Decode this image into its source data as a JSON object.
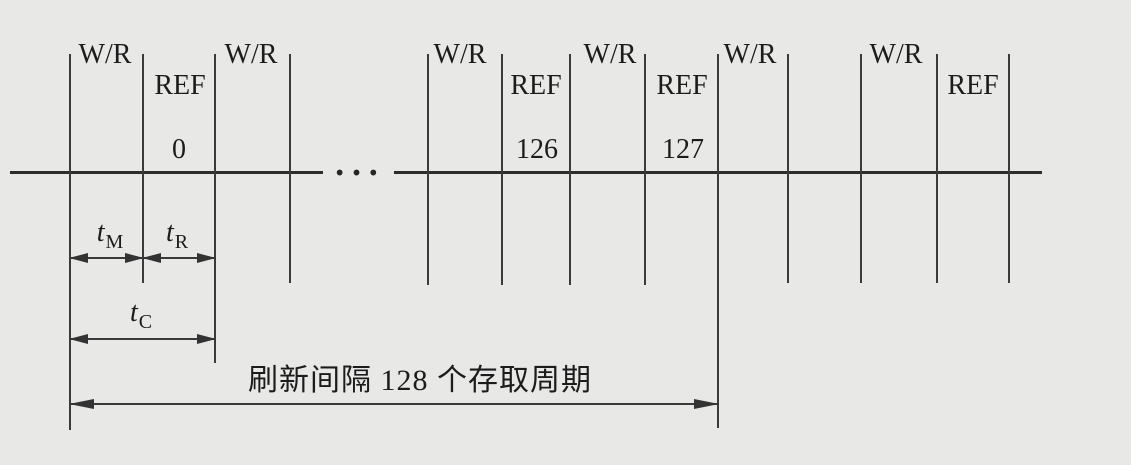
{
  "diagram": {
    "description": "DRAM refresh timing diagram",
    "background_color": "#e8e8e7",
    "line_color": "#3a3a3a",
    "cycles": [
      {
        "label": "W/R"
      },
      {
        "label": "REF",
        "number": "0"
      },
      {
        "label": "W/R"
      },
      {
        "label": "W/R"
      },
      {
        "label": "REF",
        "number": "126"
      },
      {
        "label": "W/R"
      },
      {
        "label": "REF",
        "number": "127"
      },
      {
        "label": "W/R"
      },
      {
        "label": "W/R"
      },
      {
        "label": "REF"
      }
    ],
    "ellipsis": "•••",
    "timing": {
      "tm_base": "t",
      "tm_sub": "M",
      "tr_base": "t",
      "tr_sub": "R",
      "tc_base": "t",
      "tc_sub": "C"
    },
    "interval_label": "刷新间隔 128 个存取周期"
  }
}
